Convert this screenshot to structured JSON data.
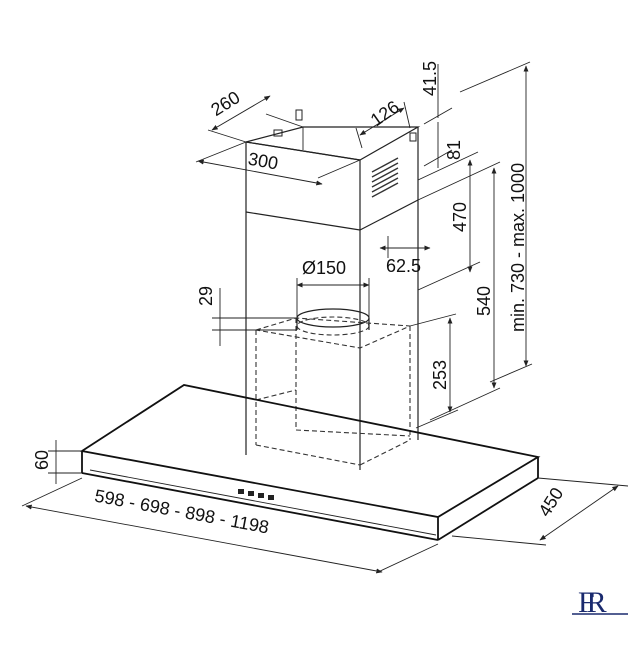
{
  "dimensions": {
    "chimney_depth": "260",
    "chimney_width": "300",
    "chimney_side": "126",
    "top_offset": "41.5",
    "upper_gap": "81",
    "upper_height": "470",
    "duct_diameter": "Ø150",
    "duct_offset": "62.5",
    "duct_collar": "29",
    "lower_height": "540",
    "motor_height": "253",
    "total_height": "min. 730 - max. 1000",
    "canopy_thickness": "60",
    "canopy_depth": "450",
    "canopy_widths": "598 - 698 - 898 - 1198"
  },
  "colors": {
    "line": "#222222",
    "background": "#ffffff"
  },
  "controls": {
    "button_count": 4
  },
  "logo": {
    "text": "FR",
    "color": "#1a2a6e"
  }
}
